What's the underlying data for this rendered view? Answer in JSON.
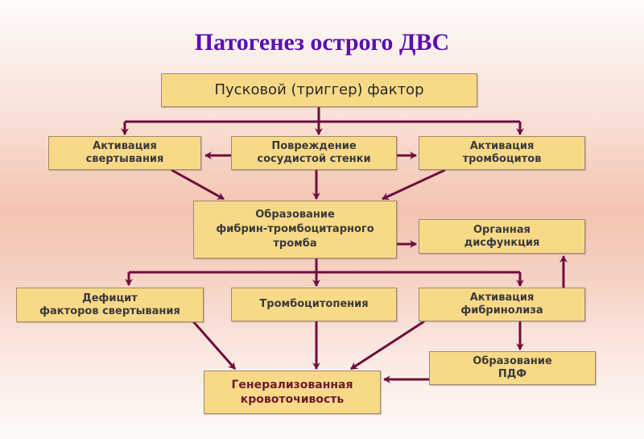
{
  "title": "Патогенез острого ДВС",
  "colors": {
    "arrow": "#6e0e3c",
    "box_fill": "#f8d987",
    "title": "#5a0fb4",
    "final_text": "#6b1a2e"
  },
  "nodes": {
    "trigger": "Пусковой (триггер) фактор",
    "coag_activation": "Активация\nсвертывания",
    "vessel_damage": "Повреждение\nсосудистой стенки",
    "platelet_activation": "Активация\nтромбоцитов",
    "thrombus_formation": "Образование\nфибрин-тромбоцитарного\nтромба",
    "organ_dysfunction": "Органная\nдисфункция",
    "factor_deficit": "Дефицит\nфакторов свертывания",
    "thrombocytopenia": "Тромбоцитопения",
    "fibrinolysis_activation": "Активация\nфибринолиза",
    "fdp_formation": "Образование\nПДФ",
    "generalized_bleeding": "Генерализованная\nкровоточивость"
  },
  "edges": [
    {
      "from": "trigger",
      "to": "coag_activation"
    },
    {
      "from": "trigger",
      "to": "vessel_damage"
    },
    {
      "from": "trigger",
      "to": "platelet_activation"
    },
    {
      "from": "vessel_damage",
      "to": "coag_activation"
    },
    {
      "from": "vessel_damage",
      "to": "platelet_activation"
    },
    {
      "from": "coag_activation",
      "to": "thrombus_formation"
    },
    {
      "from": "vessel_damage",
      "to": "thrombus_formation"
    },
    {
      "from": "platelet_activation",
      "to": "thrombus_formation"
    },
    {
      "from": "thrombus_formation",
      "to": "organ_dysfunction"
    },
    {
      "from": "thrombus_formation",
      "to": "factor_deficit"
    },
    {
      "from": "thrombus_formation",
      "to": "thrombocytopenia"
    },
    {
      "from": "thrombus_formation",
      "to": "fibrinolysis_activation"
    },
    {
      "from": "fibrinolysis_activation",
      "to": "organ_dysfunction"
    },
    {
      "from": "fibrinolysis_activation",
      "to": "fdp_formation"
    },
    {
      "from": "factor_deficit",
      "to": "generalized_bleeding"
    },
    {
      "from": "thrombocytopenia",
      "to": "generalized_bleeding"
    },
    {
      "from": "fibrinolysis_activation",
      "to": "generalized_bleeding"
    },
    {
      "from": "fdp_formation",
      "to": "generalized_bleeding"
    }
  ]
}
